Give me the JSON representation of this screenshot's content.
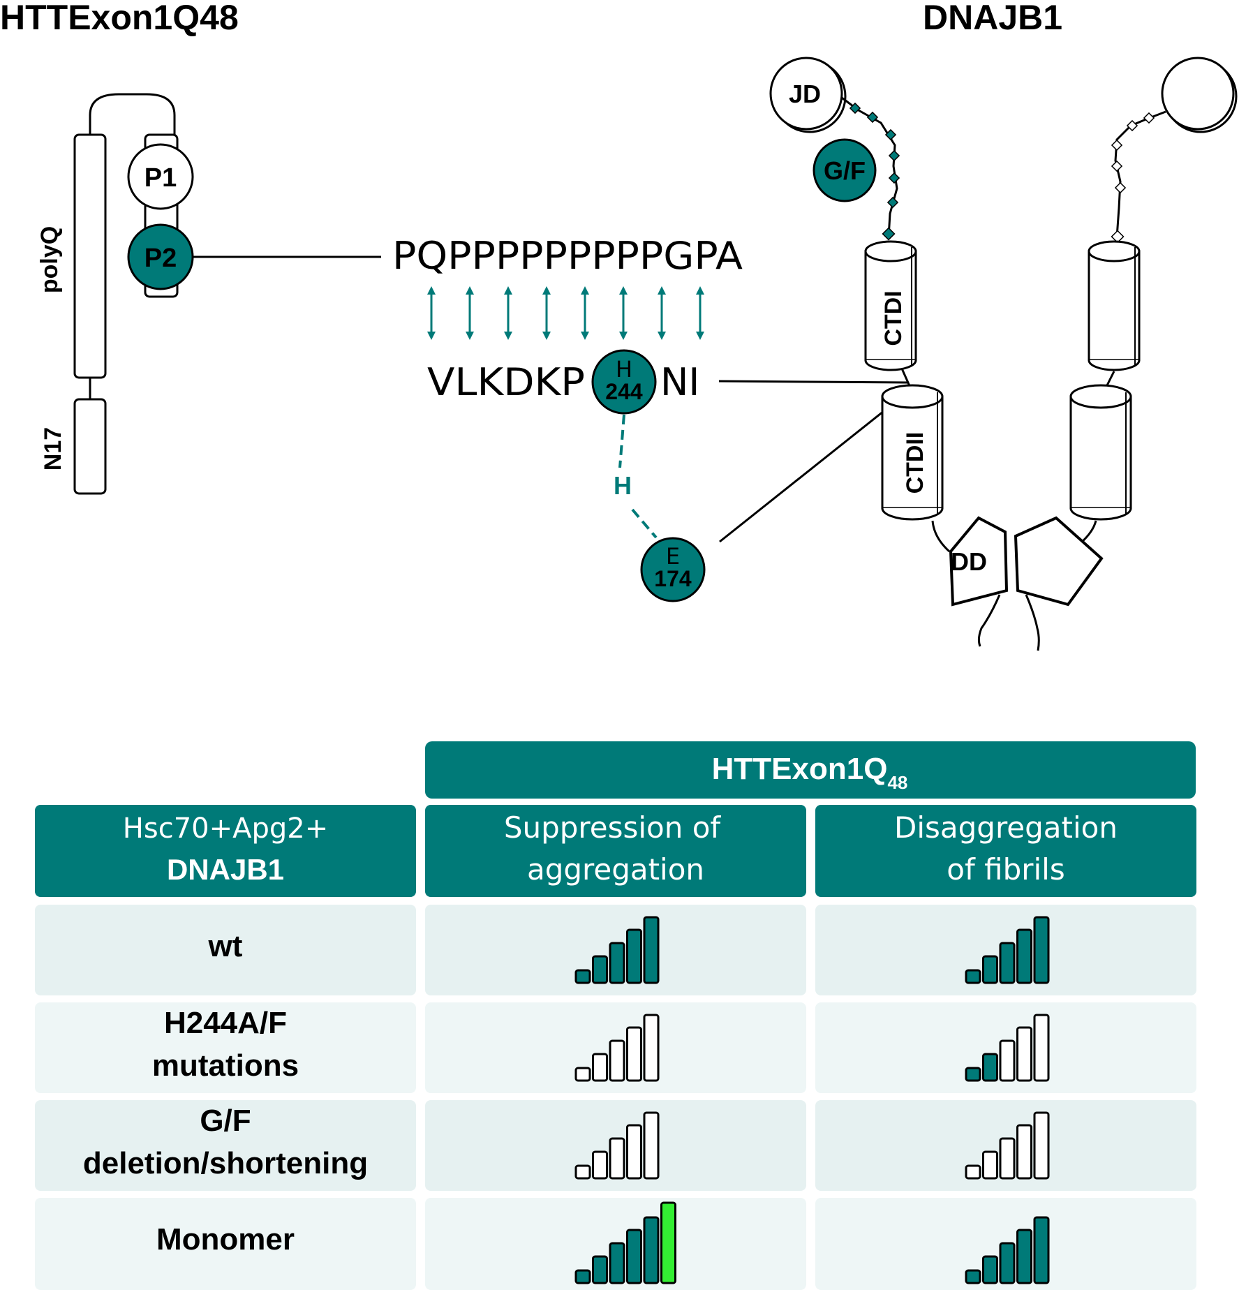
{
  "titles": {
    "left": "HTTExon1Q48",
    "right": "DNAJB1"
  },
  "htt_labels": {
    "polyq": "polyQ",
    "n17": "N17",
    "p1": "P1",
    "p2": "P2"
  },
  "sequences": {
    "top": "PQPPPPPPPPPGPA",
    "bottom_left": "VLKDKP",
    "bottom_right": "NI"
  },
  "residues": {
    "h244_letter": "H",
    "h244_number": "244",
    "e174_letter": "E",
    "e174_number": "174",
    "hbond": "H"
  },
  "dnajb1_labels": {
    "jd": "JD",
    "gf": "G/F",
    "ctd1": "CTDI",
    "ctd2": "CTDII",
    "dd": "DD"
  },
  "table": {
    "header_main": "HTTExon1Q",
    "header_sub": "48",
    "corner_line1": "Hsc70+Apg2+",
    "corner_line2": "DNAJB1",
    "col1_line1": "Suppression of",
    "col1_line2": "aggregation",
    "col2_line1": "Disaggregation",
    "col2_line2": "of fibrils",
    "rows": [
      {
        "line1": "wt",
        "line2": "",
        "suppression": 5,
        "disaggregation": 5,
        "enhanced": false
      },
      {
        "line1": "H244A/F",
        "line2": "mutations",
        "suppression": 0,
        "disaggregation": 2,
        "enhanced": false
      },
      {
        "line1": "G/F",
        "line2": "deletion/shortening",
        "suppression": 0,
        "disaggregation": 0,
        "enhanced": false
      },
      {
        "line1": "Monomer",
        "line2": "",
        "suppression": 6,
        "disaggregation": 5,
        "enhanced": true
      }
    ]
  },
  "colors": {
    "teal": "#007a78",
    "highlight": "#33ee33",
    "cell": "#e6f1f1"
  }
}
